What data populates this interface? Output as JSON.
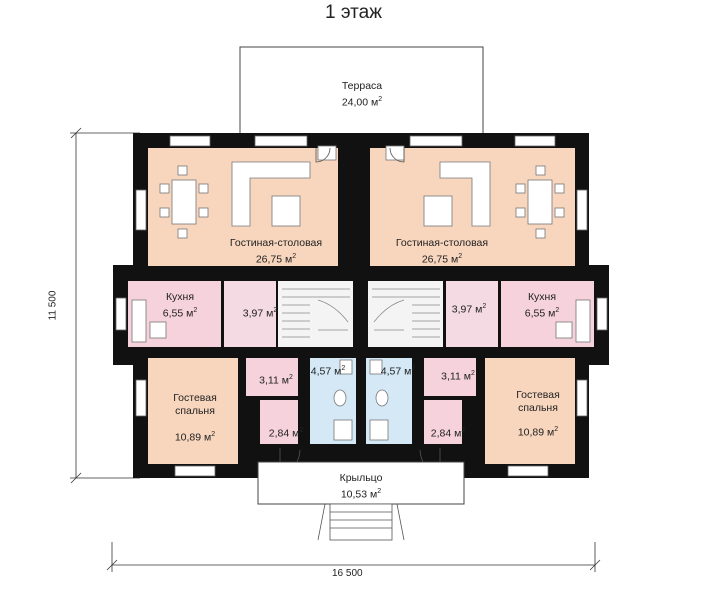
{
  "title": "1 этаж",
  "unit_suffix": "м",
  "dimensions": {
    "width": "16 500",
    "depth": "11 500"
  },
  "rooms": {
    "terrace": {
      "name": "Терраса",
      "area": "24,00"
    },
    "living_left": {
      "name": "Гостиная-столовая",
      "area": "26,75"
    },
    "living_right": {
      "name": "Гостиная-столовая",
      "area": "26,75"
    },
    "kitchen_left": {
      "name": "Кухня",
      "area": "6,55"
    },
    "kitchen_right": {
      "name": "Кухня",
      "area": "6,55"
    },
    "hall_left": {
      "area": "3,97"
    },
    "hall_right": {
      "area": "3,97"
    },
    "corridor_left": {
      "area": "3,11"
    },
    "corridor_right": {
      "area": "3,11"
    },
    "bath_left": {
      "area": "4,57"
    },
    "bath_right": {
      "area": "4,57"
    },
    "closet_left": {
      "area": "2,84"
    },
    "closet_right": {
      "area": "2,84"
    },
    "guest_left": {
      "name_line1": "Гостевая",
      "name_line2": "спальня",
      "area": "10,89"
    },
    "guest_right": {
      "name_line1": "Гостевая",
      "name_line2": "спальня",
      "area": "10,89"
    },
    "porch": {
      "name": "Крыльцо",
      "area": "10,53"
    }
  },
  "colors": {
    "living": "#f8d6be",
    "kitchen": "#f6d2dc",
    "hall": "#f4dbe3",
    "bath": "#d4e8f6",
    "stair": "#f4f4f4",
    "wall": "#111111",
    "terrace": "#ffffff"
  }
}
